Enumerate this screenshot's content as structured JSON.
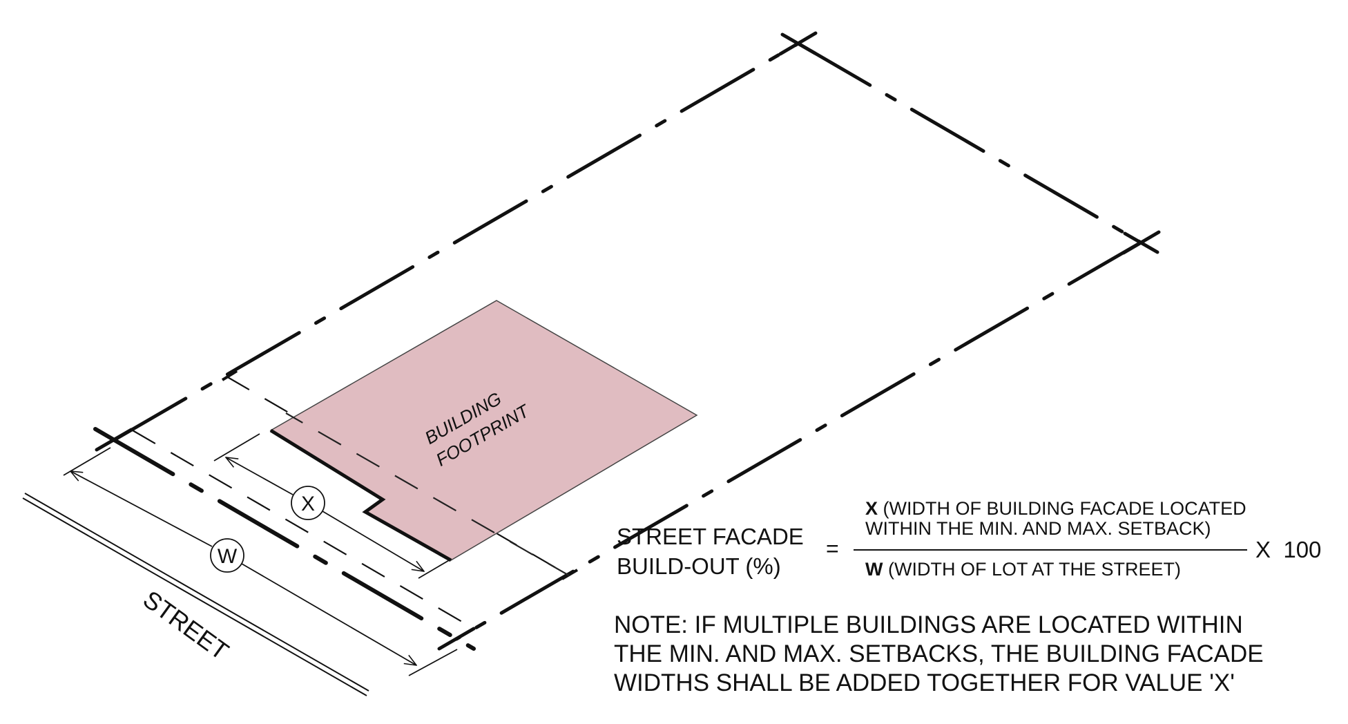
{
  "diagram": {
    "title": "Street Facade Build-Out",
    "labels": {
      "street": "STREET",
      "building_line1": "BUILDING",
      "building_line2": "FOOTPRINT",
      "dim_x": "X",
      "dim_w": "W"
    },
    "colors": {
      "building_fill": "#e0bcc1",
      "line": "#111111",
      "background": "#ffffff"
    }
  },
  "formula": {
    "lhs_line1": "STREET FACADE",
    "lhs_line2": "BUILD-OUT (%)",
    "equals": "=",
    "numerator_var": "X",
    "numerator_line1": "(WIDTH OF BUILDING FACADE LOCATED",
    "numerator_line2": "WITHIN THE MIN. AND MAX. SETBACK)",
    "denominator_var": "W",
    "denominator_text": "(WIDTH OF LOT AT THE  STREET)",
    "multiplier": "X  100"
  },
  "note": {
    "line1": "NOTE: IF MULTIPLE BUILDINGS ARE LOCATED WITHIN",
    "line2": "THE MIN. AND MAX. SETBACKS, THE BUILDING FACADE",
    "line3": "WIDTHS SHALL BE ADDED TOGETHER FOR VALUE 'X'"
  }
}
